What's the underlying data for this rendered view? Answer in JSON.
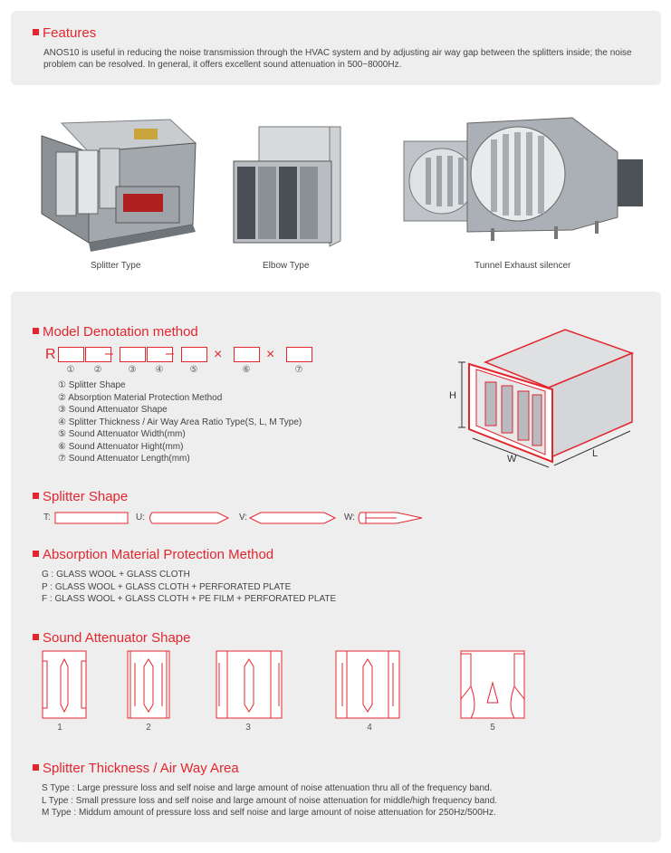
{
  "features": {
    "title": "Features",
    "text": "ANOS10 is useful in reducing the noise transmission through the HVAC system and by adjusting air way gap between the splitters inside; the noise problem can be resolved. In general, it offers excellent sound attenuation in 500~8000Hz."
  },
  "photos": [
    {
      "caption": "Splitter Type",
      "icon": "splitter-silencer-photo"
    },
    {
      "caption": "Elbow Type",
      "icon": "elbow-silencer-photo"
    },
    {
      "caption": "Tunnel Exhaust silencer",
      "icon": "tunnel-silencer-photo"
    }
  ],
  "model": {
    "title": "Model Denotation method",
    "prefix": "R",
    "dash": "–",
    "times": "×",
    "numbers": [
      "①",
      "②",
      "③",
      "④",
      "⑤",
      "⑥",
      "⑦"
    ],
    "items": [
      "① Splitter Shape",
      "② Absorption Material Protection Method",
      "③ Sound Attenuator Shape",
      "④ Splitter Thickness / Air Way Area Ratio Type(S, L, M Type)",
      "⑤ Sound Attenuator Width(mm)",
      "⑥ Sound Attenuator Hight(mm)",
      "⑦ Sound Attenuator Length(mm)"
    ],
    "diagram_labels": {
      "h": "H",
      "w": "W",
      "l": "L"
    }
  },
  "splitter_shape": {
    "title": "Splitter Shape",
    "labels": [
      "T:",
      "U:",
      "V:",
      "W:"
    ]
  },
  "absorption": {
    "title": "Absorption Material Protection Method",
    "items": [
      "G : GLASS WOOL + GLASS CLOTH",
      "P : GLASS WOOL + GLASS CLOTH + PERFORATED PLATE",
      "F : GLASS WOOL + GLASS CLOTH + PE FILM + PERFORATED PLATE"
    ]
  },
  "attenuator_shape": {
    "title": "Sound Attenuator Shape",
    "numbers": [
      "1",
      "2",
      "3",
      "4",
      "5"
    ]
  },
  "thickness": {
    "title": "Splitter Thickness / Air Way Area",
    "items": [
      "S Type : Large pressure loss and self noise and large amount of noise attenuation thru all of the frequency band.",
      "L Type : Small pressure loss and self noise and large amount of noise attenuation for middle/high frequency band.",
      "M Type : Middum amount of pressure loss and self noise and large amount of noise attenuation for 250Hz/500Hz."
    ]
  },
  "colors": {
    "accent": "#e3262e",
    "panel": "#eeeeee",
    "text": "#333333"
  }
}
